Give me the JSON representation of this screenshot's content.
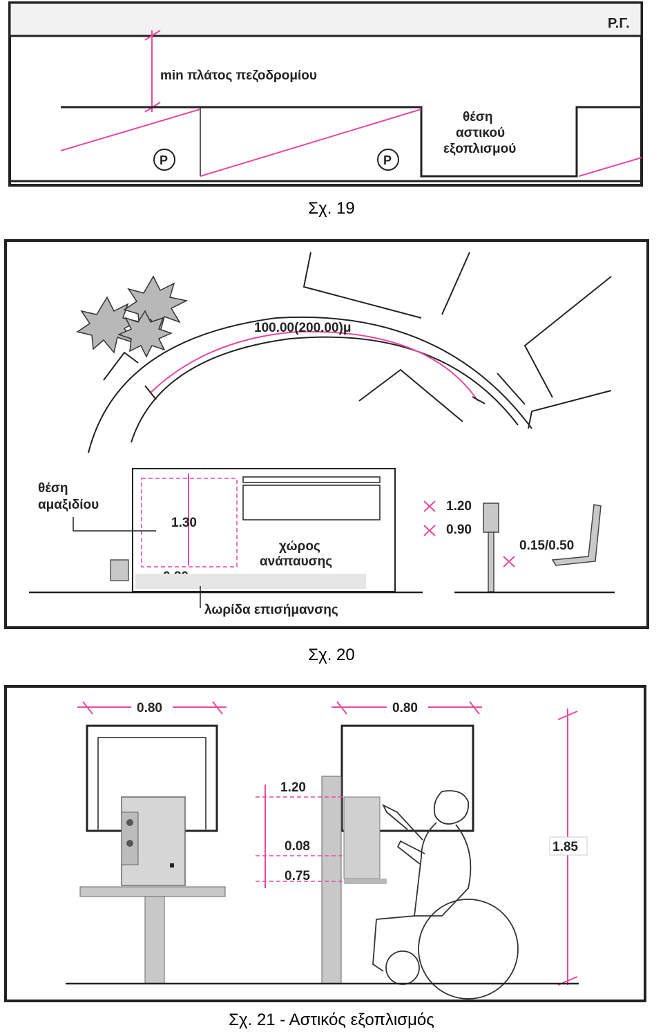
{
  "fig19": {
    "caption": "Σχ. 19",
    "corner_label": "Ρ.Γ.",
    "sidewalk_label": "min πλάτος πεζοδρομίου",
    "equipment_label_l1": "θέση",
    "equipment_label_l2": "αστικού",
    "equipment_label_l3": "εξοπλισμού",
    "parking_symbol": "P"
  },
  "fig20": {
    "caption": "Σχ. 20",
    "arc_distance": "100.00(200.00)μ",
    "bench_label_l1": "θέση",
    "bench_label_l2": "αμαξιδίου",
    "dim_height": "1.30",
    "dim_width": "0.80",
    "rest_label_l1": "χώρος",
    "rest_label_l2": "ανάπαυσης",
    "strip_label": "λωρίδα επισήμανσης",
    "dim_a": "1.20",
    "dim_b": "0.90",
    "dim_c": "0.15/0.50"
  },
  "fig21": {
    "caption": "Σχ. 21 - Αστικός εξοπλισμός",
    "width_left": "0.80",
    "width_right": "0.80",
    "h1": "1.20",
    "h2": "0.08",
    "h3": "0.75",
    "total_height": "1.85"
  },
  "colors": {
    "dimension": "#e8489b",
    "line": "#222222",
    "shade": "#c8c8c8"
  }
}
